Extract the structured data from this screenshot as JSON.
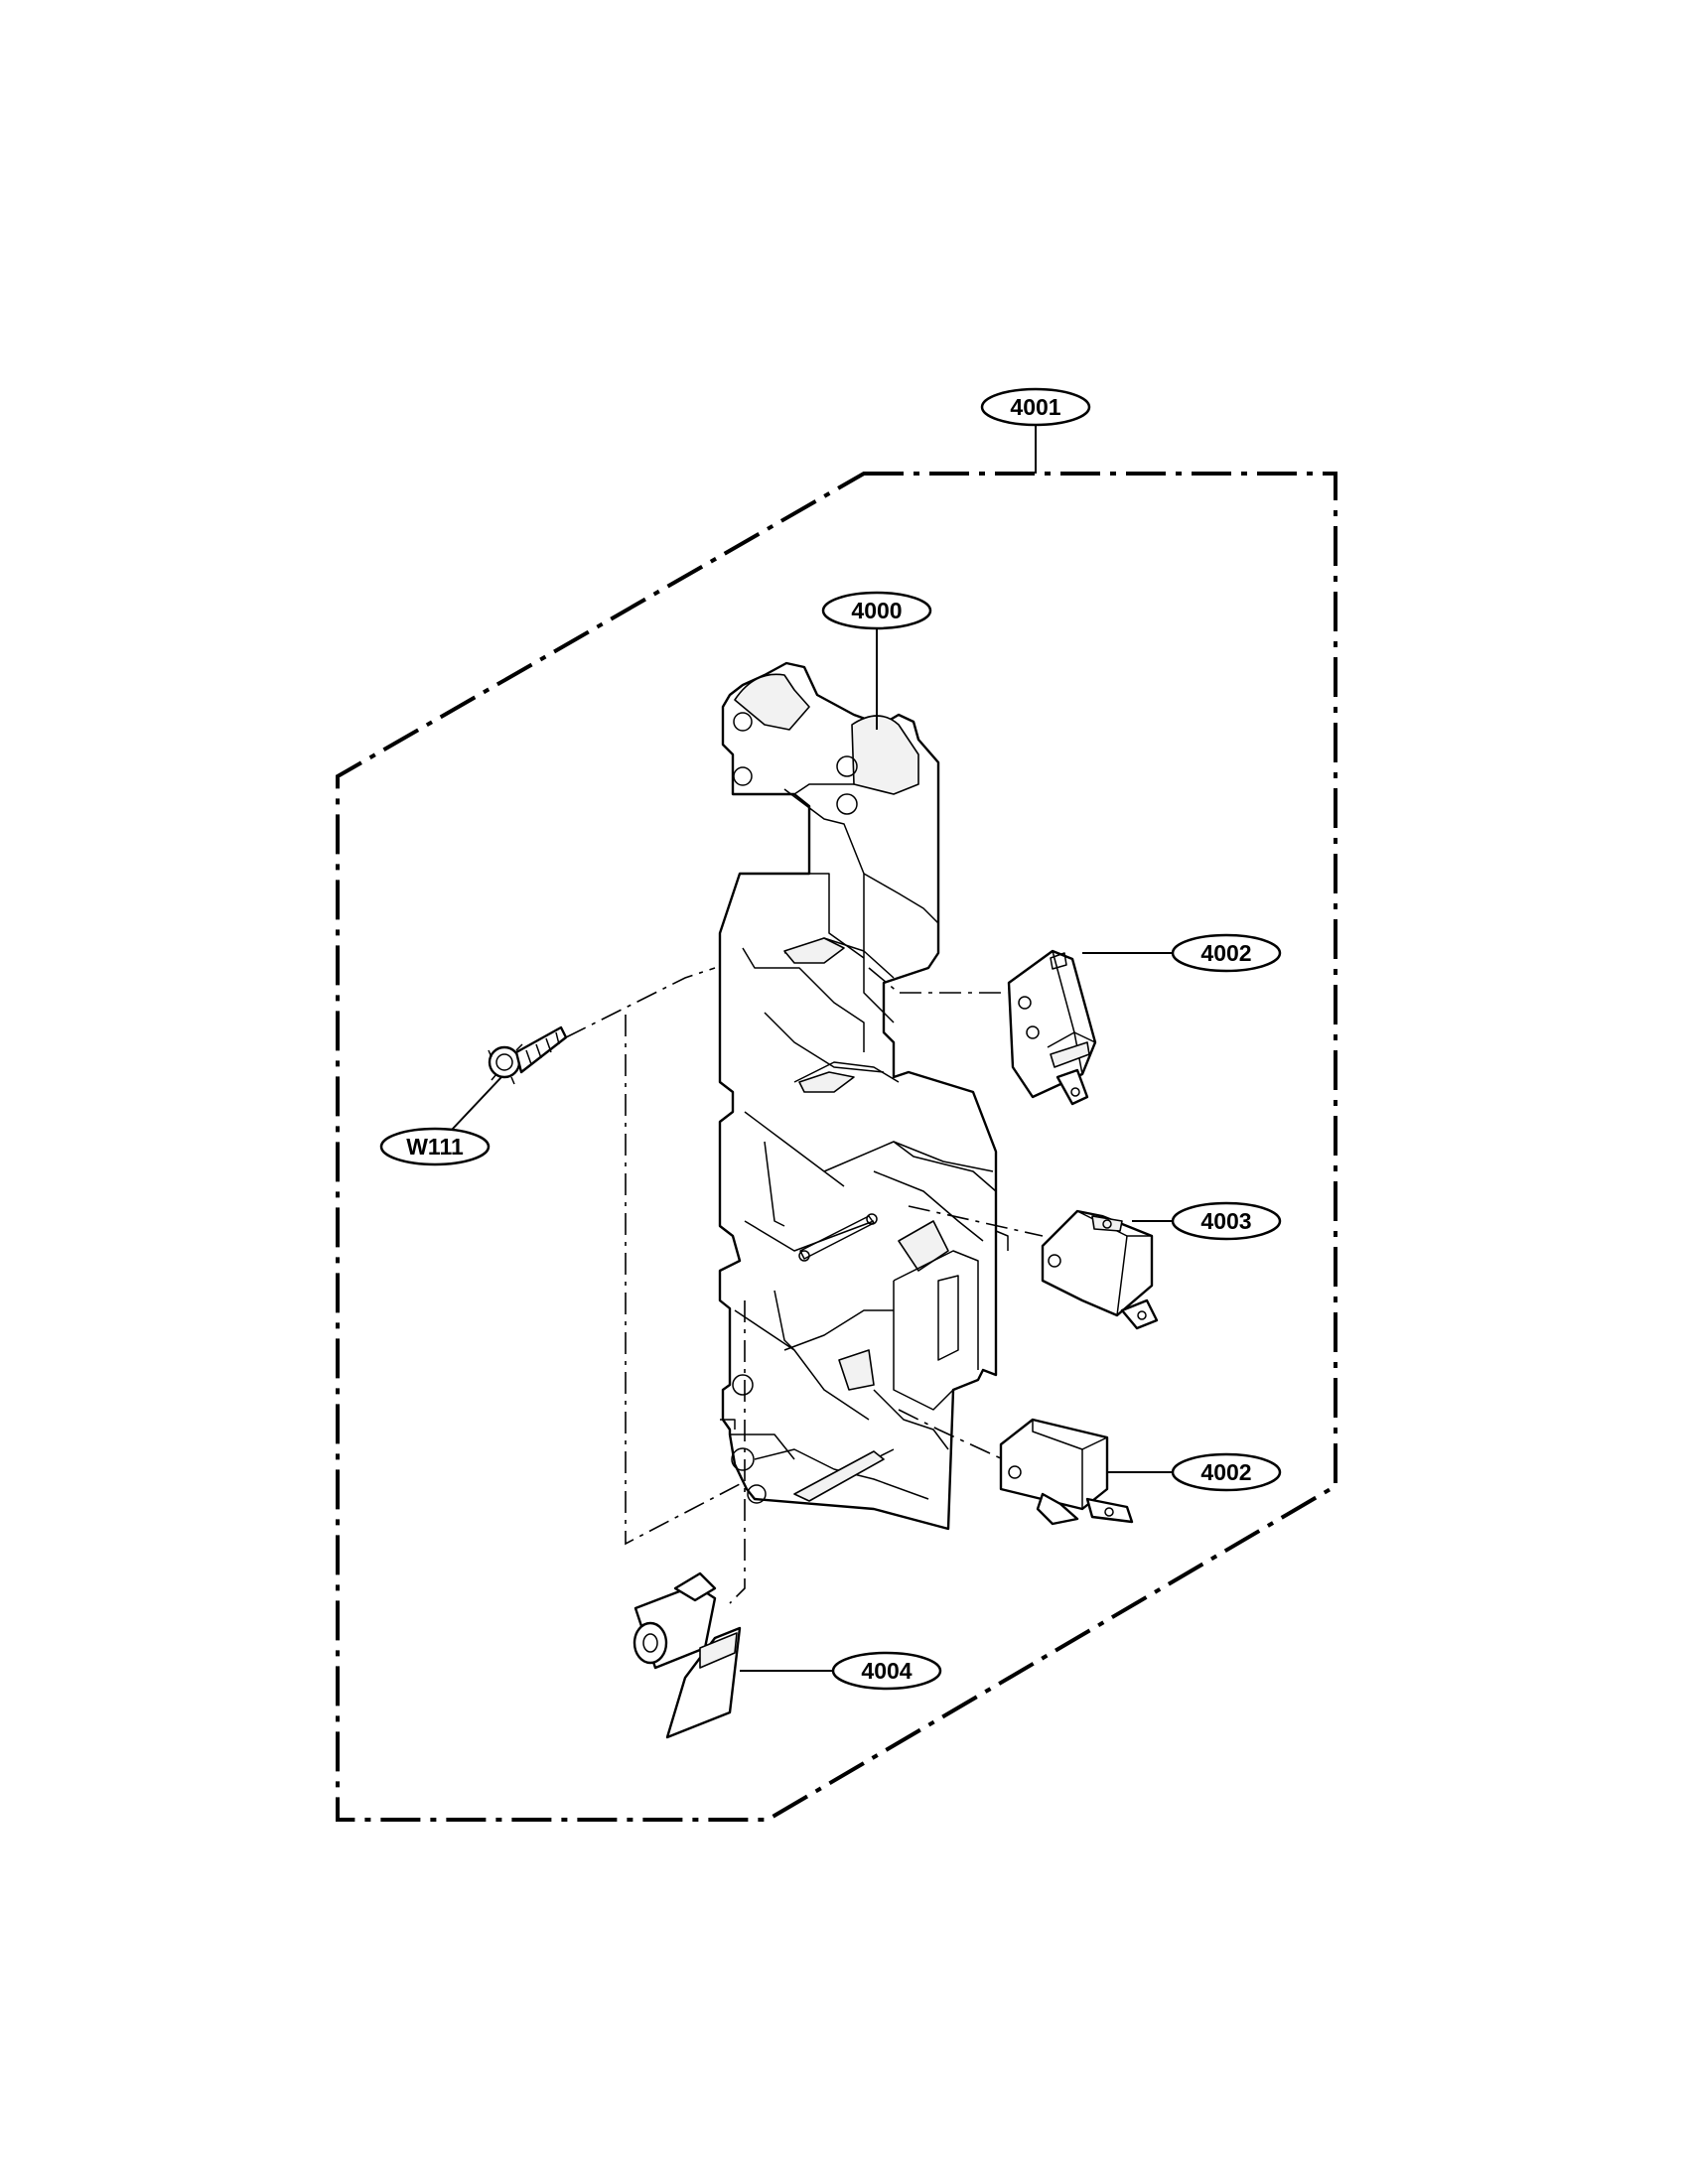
{
  "diagram": {
    "callouts": {
      "assembly": "4001",
      "frame": "4000",
      "switch_top": "4002",
      "switch_middle": "4003",
      "switch_bottom": "4002",
      "screw": "W111",
      "lever": "4004"
    }
  }
}
